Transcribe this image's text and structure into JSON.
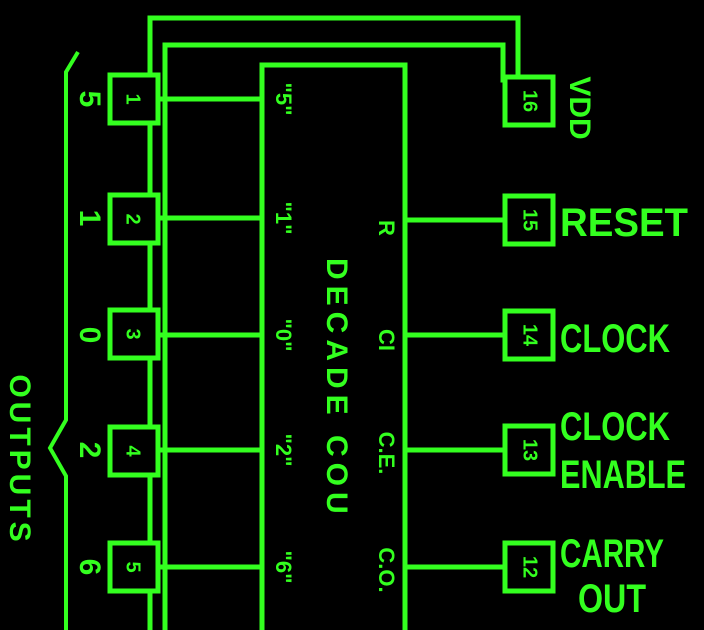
{
  "diagram": {
    "side_label": "OUTPUTS",
    "chip_title": "DECADE COU",
    "power_label": "VDD",
    "left_pins": [
      {
        "number": "1",
        "output": "5"
      },
      {
        "number": "2",
        "output": "1"
      },
      {
        "number": "3",
        "output": "0"
      },
      {
        "number": "4",
        "output": "2"
      },
      {
        "number": "5",
        "output": "6"
      }
    ],
    "inner_outputs": [
      "\"5\"",
      "\"1\"",
      "\"0\"",
      "\"2\"",
      "\"6\""
    ],
    "right_pins": [
      {
        "number": "16",
        "label": ""
      },
      {
        "number": "15",
        "label": "RESET"
      },
      {
        "number": "14",
        "label": "CLOCK"
      },
      {
        "number": "13",
        "label": "CLOCK",
        "label2": "ENABLE"
      },
      {
        "number": "12",
        "label": "CARRY",
        "label2": "OUT"
      }
    ],
    "inner_inputs": {
      "reset": "R",
      "clock": "CI",
      "clock_enable": "C.E.",
      "carry_out": "C.O."
    },
    "colors": {
      "trace": "#33ff1f",
      "background": "#000000"
    }
  }
}
